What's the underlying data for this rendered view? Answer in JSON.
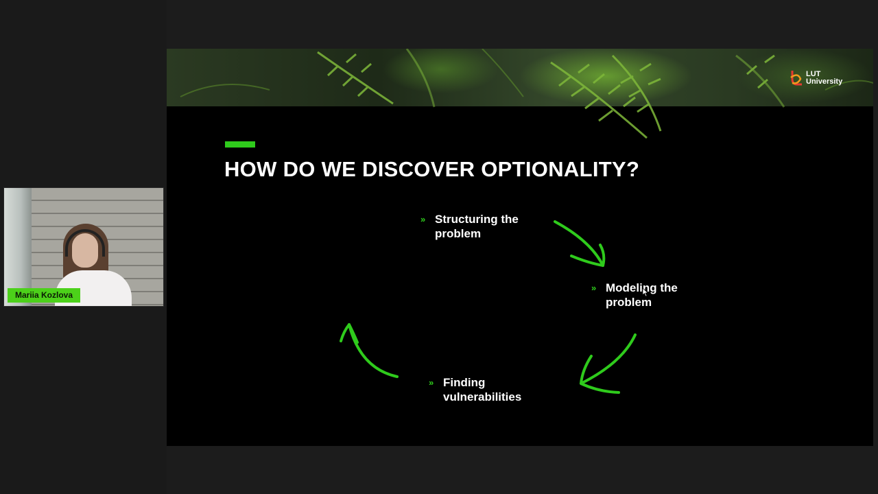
{
  "participant": {
    "name": "Mariia Kozlova"
  },
  "slide": {
    "logo": {
      "line1": "LUT",
      "line2": "University"
    },
    "title": "HOW DO WE DISCOVER OPTIONALITY?",
    "steps": [
      {
        "line1": "Structuring the",
        "line2": "problem"
      },
      {
        "line1": "Modeling the",
        "line2": "problem"
      },
      {
        "line1": "Finding",
        "line2": "vulnerabilities"
      }
    ],
    "bullet_glyph": "»",
    "accent_color": "#2fcb1c"
  }
}
